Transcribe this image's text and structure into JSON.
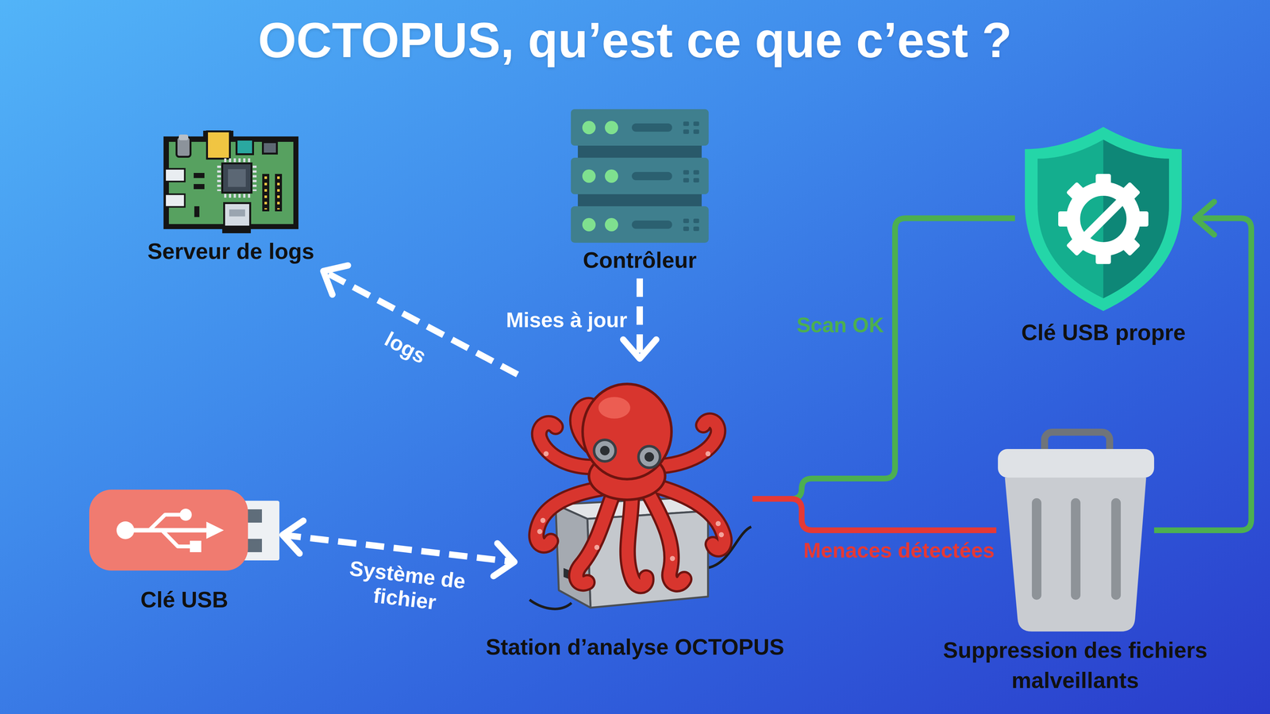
{
  "diagram": {
    "title": "OCTOPUS, qu’est ce que c’est ?",
    "nodes": [
      {
        "text": [
          "Serveur de logs"
        ]
      },
      {
        "text": [
          "Contrôleur"
        ]
      },
      {
        "text": [
          "Clé USB propre"
        ]
      },
      {
        "text": [
          "Clé USB"
        ]
      },
      {
        "text": [
          "Station d’analyse OCTOPUS"
        ]
      },
      {
        "text": [
          "Suppression des fichiers malveillants"
        ]
      }
    ],
    "edges": [
      {
        "from": 4,
        "to": 0,
        "label": "logs",
        "arrow": "to"
      },
      {
        "from": 1,
        "to": 4,
        "label": "Mises à jour",
        "arrow": "to"
      },
      {
        "from": 3,
        "to": 4,
        "label": "Système de fichier",
        "arrow": "both"
      },
      {
        "from": 4,
        "to": 2,
        "label": "Scan OK",
        "arrow": "none"
      },
      {
        "from": 4,
        "to": 5,
        "label": "Menaces détectées",
        "arrow": "none"
      },
      {
        "from": 5,
        "to": 2,
        "arrow": "to"
      }
    ]
  }
}
